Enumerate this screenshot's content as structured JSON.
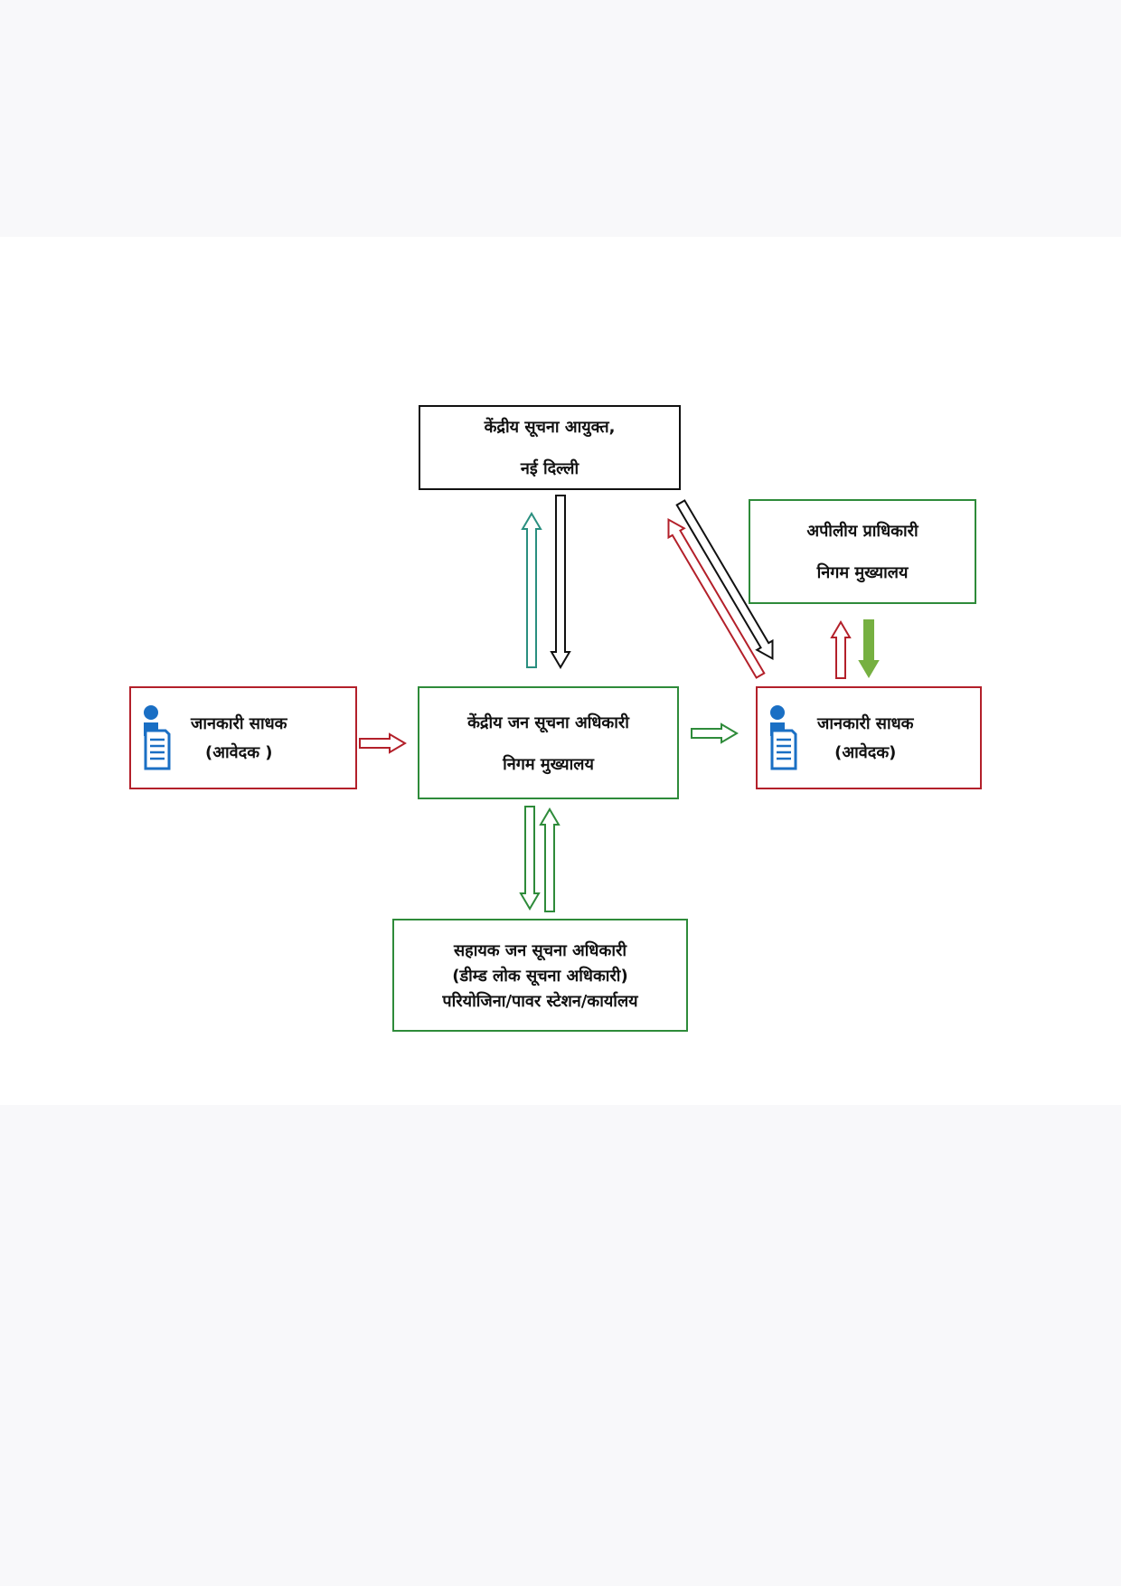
{
  "colors": {
    "red": "#b3202a",
    "green": "#2e8b3a",
    "black": "#111111",
    "teal": "#2a8f7f",
    "light_green": "#76b041",
    "person_blue": "#1a6fc4"
  },
  "nodes": {
    "cic": {
      "line1": "केंद्रीय सूचना आयुक्त,",
      "line2": "नई दिल्ली"
    },
    "appellate": {
      "line1": "अपीलीय प्राधिकारी",
      "line2": "निगम मुख्यालय"
    },
    "cpio": {
      "line1": "केंद्रीय जन सूचना अधिकारी",
      "line2": "निगम मुख्यालय"
    },
    "applicant_left": {
      "line1": "जानकारी साधक",
      "line2": "(आवेदक )",
      "icon": "person-document-icon"
    },
    "applicant_right": {
      "line1": "जानकारी  साधक",
      "line2": "(आवेदक)",
      "icon": "person-document-icon"
    },
    "apio": {
      "line1": "सहायक जन सूचना अधिकारी",
      "line2": "(डीम्ड लोक सूचना अधिकारी)",
      "line3": "परियोजिना/पावर स्टेशन/कार्यालय"
    }
  }
}
